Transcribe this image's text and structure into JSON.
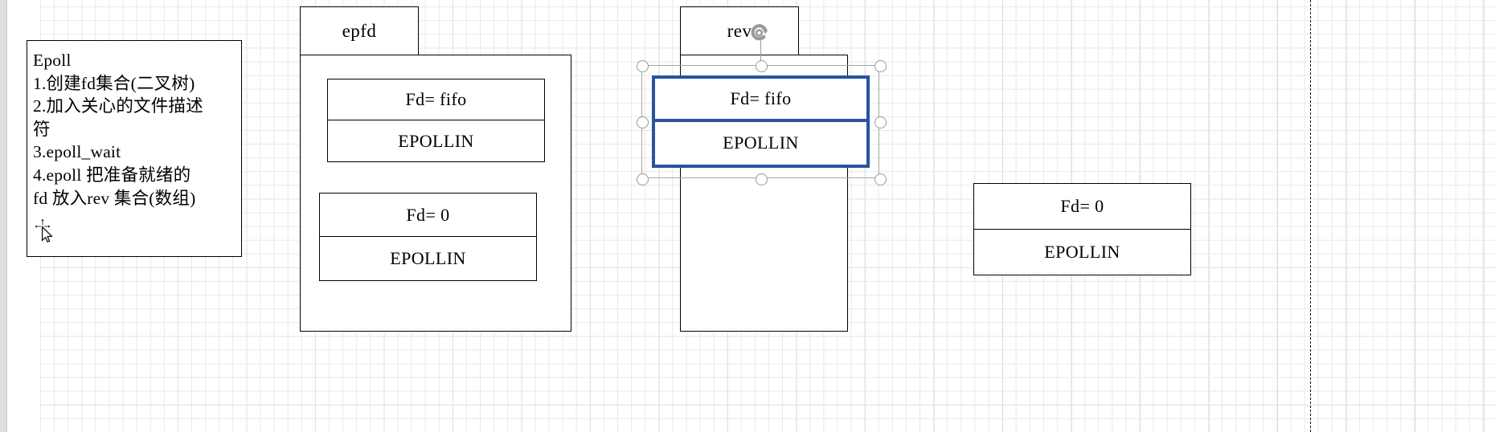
{
  "app": {
    "kind": "diagram-editor-canvas",
    "background": "#ffffff",
    "grid_color": "#e8e8e8",
    "grid_major_color": "#cfcfcf",
    "selection_color": "#28539E",
    "shape_border_color": "#000000",
    "handle_color": "#9a9a9a"
  },
  "note": {
    "name": "epoll-note",
    "lines": [
      "Epoll",
      "1.创建fd集合(二叉树)",
      "2.加入关心的文件描述",
      "符",
      "3.epoll_wait",
      "4.epoll 把准备就绪的",
      "fd 放入rev 集合(数组)"
    ]
  },
  "pools": [
    {
      "name": "epfd",
      "title": "epfd",
      "records": [
        {
          "name": "epfd-record-fifo",
          "fd": "Fd= fifo",
          "event": "EPOLLIN",
          "selected": false
        },
        {
          "name": "epfd-record-zero",
          "fd": "Fd= 0",
          "event": "EPOLLIN",
          "selected": false
        }
      ]
    },
    {
      "name": "rev",
      "title": "rev",
      "records": [
        {
          "name": "rev-record-fifo",
          "fd": "Fd= fifo",
          "event": "EPOLLIN",
          "selected": true
        }
      ]
    }
  ],
  "standalone_records": [
    {
      "name": "standalone-record-zero",
      "fd": "Fd= 0",
      "event": "EPOLLIN",
      "selected": false
    }
  ],
  "selection": {
    "name": "selection-frame",
    "handles": 8,
    "rotate_handle": "rotate-icon",
    "target": "rev-record-fifo"
  },
  "cursor": {
    "name": "move-cursor",
    "icon": "move-cursor-icon"
  },
  "page_break": {
    "name": "page-break-line",
    "style": "dashed"
  }
}
